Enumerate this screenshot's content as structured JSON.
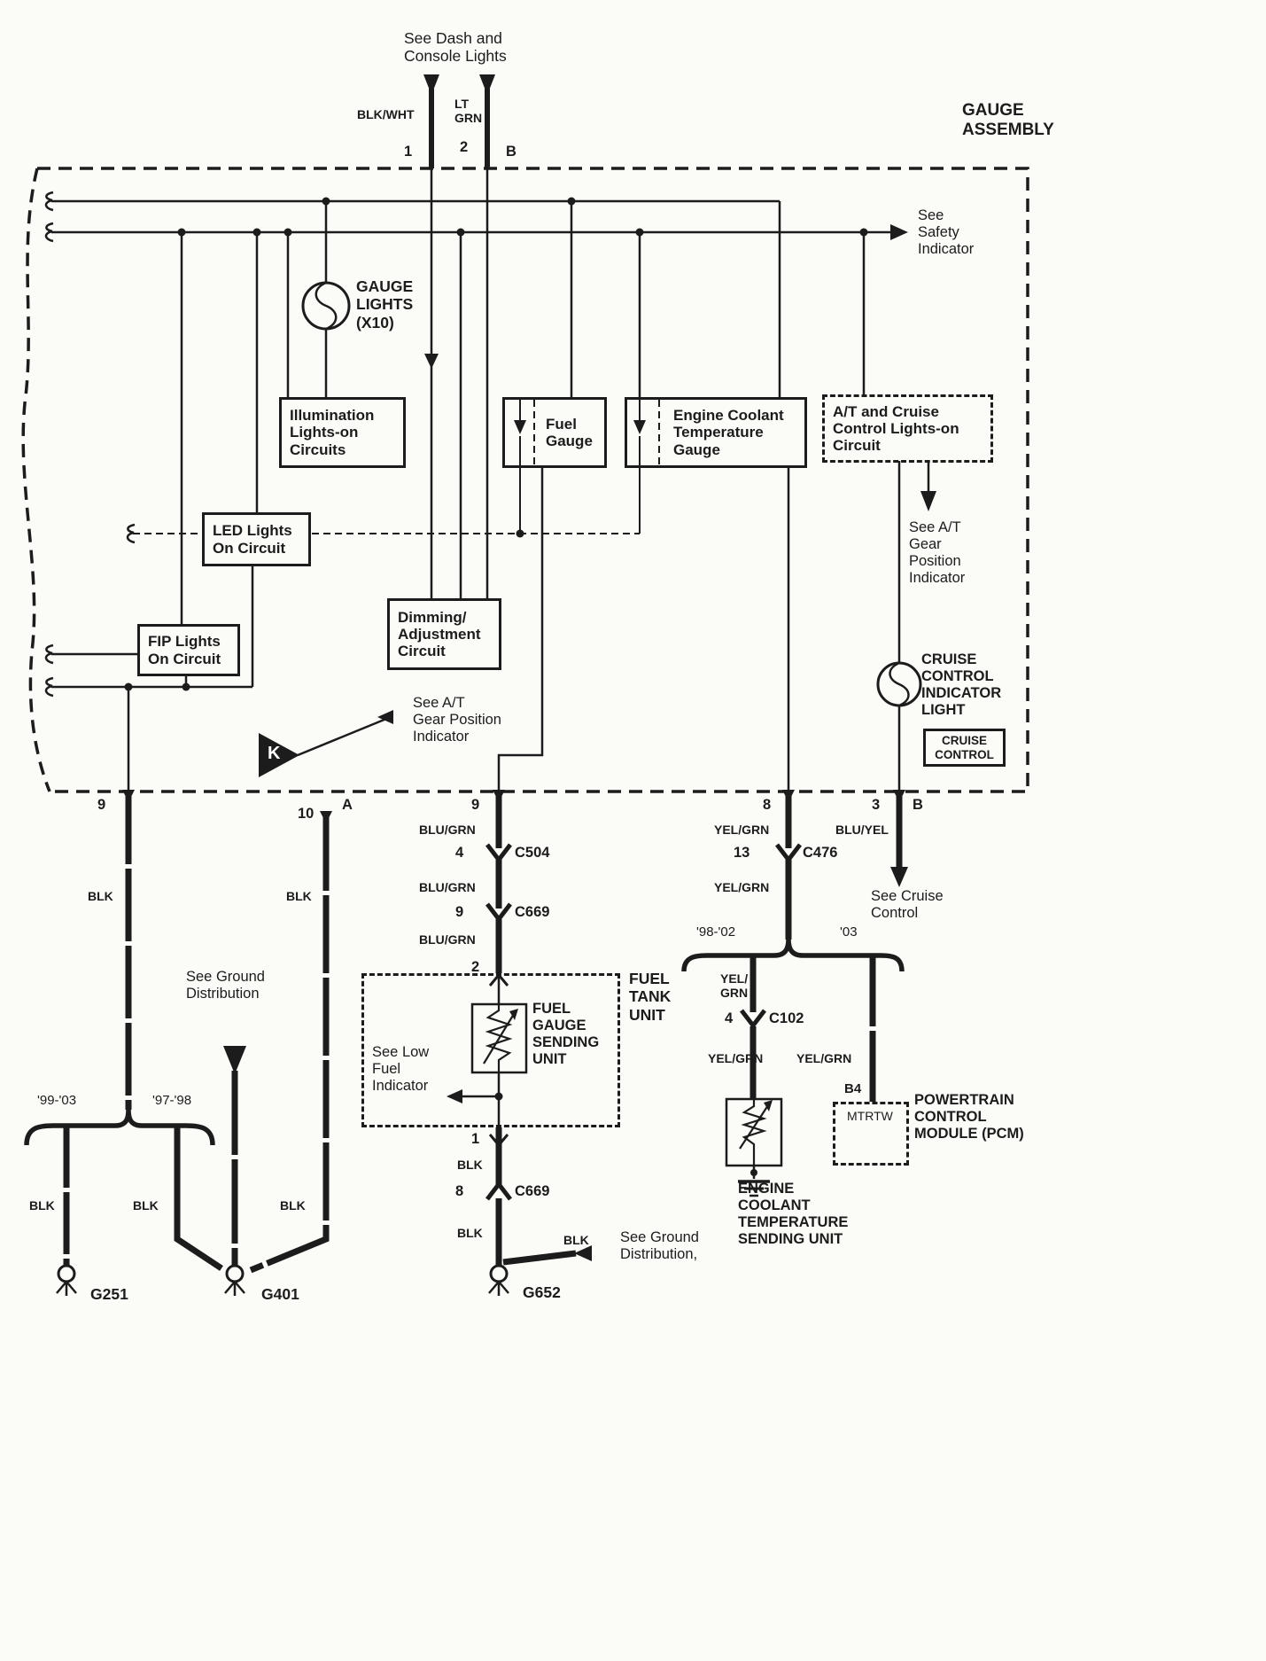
{
  "colors": {
    "ink": "#1c1c1c",
    "background": "#fbfbf8"
  },
  "labels": {
    "see_dash_console": "See Dash and\nConsole Lights",
    "gauge_assembly": "GAUGE\nASSEMBLY",
    "blk_wht": "BLK/WHT",
    "lt_grn": "LT\nGRN",
    "pin_1": "1",
    "pin_2": "2",
    "pin_b_top": "B",
    "see_safety": "See\nSafety\nIndicator",
    "gauge_lights": "GAUGE\nLIGHTS\n(X10)",
    "see_at_gear_right": "See A/T\nGear\nPosition\nIndicator",
    "cruise_indicator": "CRUISE\nCONTROL\nINDICATOR\nLIGHT",
    "cruise_badge": "CRUISE\nCONTROL",
    "k": "K",
    "see_at_gear_mid": "See A/T\nGear Position\nIndicator",
    "pin_9_left": "9",
    "pin_10": "10",
    "pin_a": "A",
    "pin_9_mid": "9",
    "pin_8": "8",
    "pin_3": "3",
    "pin_b_bottom": "B",
    "blk_1": "BLK",
    "blk_2": "BLK",
    "blk_3": "BLK",
    "blk_4": "BLK",
    "blk_5": "BLK",
    "blk_6": "BLK",
    "blk_7": "BLK",
    "blk_8": "BLK",
    "blu_grn_1": "BLU/GRN",
    "blu_grn_2": "BLU/GRN",
    "blu_grn_3": "BLU/GRN",
    "yel_grn_1": "YEL/GRN",
    "yel_grn_2": "YEL/GRN",
    "yel_grn_3": "YEL/\nGRN",
    "yel_grn_4": "YEL/GRN",
    "yel_grn_5": "YEL/GRN",
    "blu_yel": "BLU/YEL",
    "c504_pin": "4",
    "c504": "C504",
    "c669a_pin": "9",
    "c669a": "C669",
    "c476_pin": "13",
    "c476": "C476",
    "c102_pin": "4",
    "c102": "C102",
    "c669b_pin": "8",
    "c669b": "C669",
    "pin_2_tank": "2",
    "pin_1_tank": "1",
    "b4": "B4",
    "see_cruise": "See Cruise\nControl",
    "y98_02": "'98-'02",
    "y03": "'03",
    "y99_03": "'99-'03",
    "y97_98": "'97-'98",
    "see_ground_left": "See Ground\nDistribution",
    "see_ground_right": "See Ground\nDistribution,",
    "see_low_fuel": "See Low\nFuel\nIndicator",
    "g251": "G251",
    "g401": "G401",
    "g652": "G652",
    "mtrtw": "MTRTW"
  },
  "boxes": {
    "illumination": "Illumination\nLights-on\nCircuits",
    "fuel_gauge": "Fuel\nGauge",
    "engine_gauge": "Engine Coolant\nTemperature\nGauge",
    "at_cruise": "A/T and Cruise\nControl Lights-on\nCircuit",
    "led": "LED Lights\nOn Circuit",
    "fip": "FIP Lights\nOn Circuit",
    "dimming": "Dimming/\nAdjustment\nCircuit",
    "sending_unit": "FUEL\nGAUGE\nSENDING\nUNIT",
    "fuel_tank_unit": "FUEL\nTANK\nUNIT",
    "pcm": "POWERTRAIN\nCONTROL\nMODULE (PCM)",
    "ect_sending": "ENGINE\nCOOLANT\nTEMPERATURE\nSENDING UNIT"
  }
}
